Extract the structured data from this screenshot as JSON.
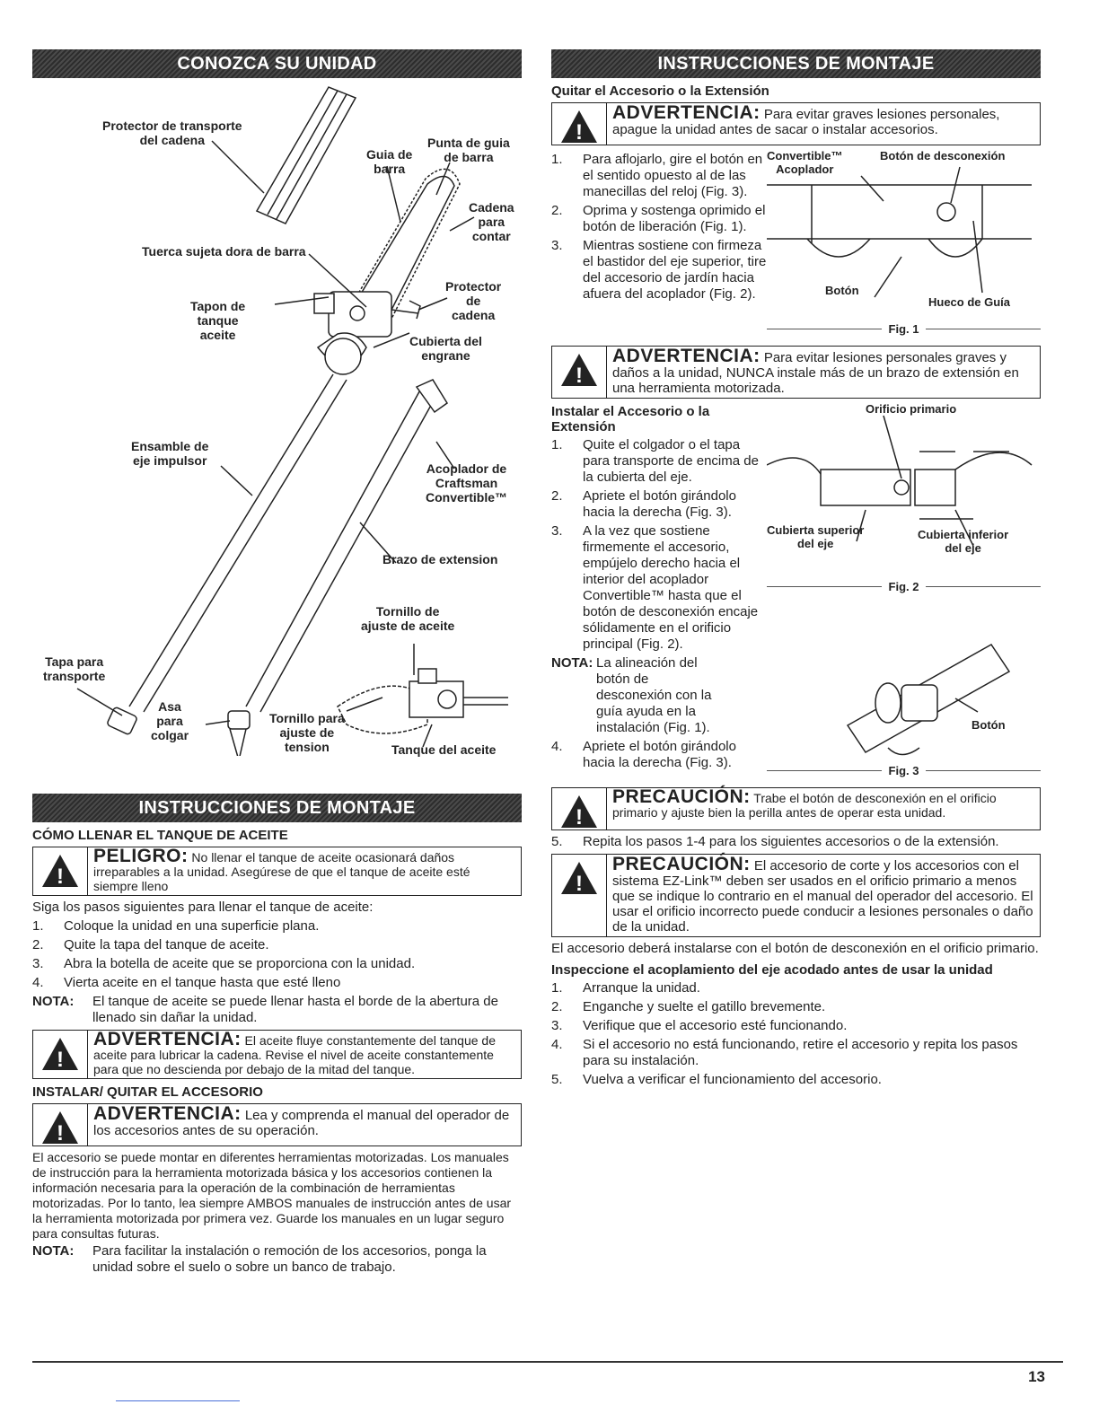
{
  "left": {
    "banner_top": "CONOZCA SU UNIDAD",
    "diagram": {
      "protector_transporte": "Protector de transporte\ndel cadena",
      "guia_barra": "Guia de\nbarra",
      "punta_guia": "Punta de guia\nde barra",
      "cadena": "Cadena\npara\ncontar",
      "tuerca": "Tuerca sujeta dora de barra",
      "tapon": "Tapon de\ntanque\naceite",
      "protector_cadena": "Protector\nde\ncadena",
      "cubierta_engrane": "Cubierta del\nengrane",
      "ensamble": "Ensamble de\neje impulsor",
      "acoplador": "Acoplador de\nCraftsman\nConvertible™",
      "brazo": "Brazo de extension",
      "tornillo_aceite": "Tornillo de\najuste de aceite",
      "tapa_transporte": "Tapa para\ntransporte",
      "asa": "Asa\npara\ncolgar",
      "tornillo_tension": "Tornillo para\najuste de\ntension",
      "tanque_aceite": "Tanque del aceite"
    },
    "banner_bottom": "INSTRUCCIONES DE MONTAJE",
    "heading_tanque": "CÓMO LLENAR EL TANQUE DE ACEITE",
    "peligro": {
      "kw": "PELIGRO:",
      "text": " No llenar el tanque de aceite ocasionará daños irreparables a la unidad. Asegúrese de que el tanque de aceite esté siempre lleno"
    },
    "intro": "Siga los pasos siguientes para llenar el tanque de aceite:",
    "steps": [
      {
        "n": "1.",
        "t": "Coloque la unidad en una superficie plana."
      },
      {
        "n": "2.",
        "t": "Quite la tapa del tanque de aceite."
      },
      {
        "n": "3.",
        "t": "Abra la botella de aceite que se proporciona con la unidad."
      },
      {
        "n": "4.",
        "t": "Vierta aceite en el tanque hasta que esté lleno"
      }
    ],
    "nota1_label": "NOTA:",
    "nota1": "El tanque de aceite se puede llenar hasta el borde de la abertura de llenado sin dañar la unidad.",
    "adv1": {
      "kw": "ADVERTENCIA:",
      "text": " El aceite fluye constantemente del tanque de aceite para lubricar la cadena. Revise el nivel de aceite constantemente para que no descienda por debajo de la mitad del tanque."
    },
    "heading_accesorio": "INSTALAR/ QUITAR EL ACCESORIO",
    "adv2": {
      "kw": "ADVERTENCIA:",
      "text": " Lea y comprenda el manual del operador de los accesorios antes de su operación."
    },
    "para": "El accesorio se puede montar en diferentes herramientas motorizadas. Los manuales de instrucción para la herramienta motorizada básica y los accesorios contienen la información necesaria para la operación de la combinación de herramientas motorizadas. Por lo tanto, lea siempre AMBOS manuales de instrucción antes de usar la herramienta motorizada por primera vez. Guarde los manuales en un lugar seguro para consultas futuras.",
    "nota2_label": "NOTA:",
    "nota2": "Para facilitar la instalación o remoción de los accesorios, ponga la unidad sobre el suelo o sobre un banco de trabajo."
  },
  "right": {
    "banner": "INSTRUCCIONES DE MONTAJE",
    "heading_quitar": "Quitar el Accesorio o la Extensión",
    "adv1": {
      "kw": "ADVERTENCIA:",
      "text": " Para evitar graves lesiones personales, apague la unidad antes de sacar o instalar accesorios."
    },
    "quitar_steps": [
      {
        "n": "1.",
        "t": "Para aflojarlo, gire el botón en el sentido opuesto al de las manecillas del reloj (Fig. 3)."
      },
      {
        "n": "2.",
        "t": "Oprima y sostenga oprimido el botón de liberación (Fig. 1)."
      },
      {
        "n": "3.",
        "t": "Mientras sostiene con firmeza el bastidor del eje superior, tire del accesorio de jardín hacia afuera del acoplador (Fig. 2)."
      }
    ],
    "fig1": {
      "convertible": "Convertible™\nAcoplador",
      "boton_desconexion": "Botón de desconexión",
      "boton": "Botón",
      "hueco": "Hueco de Guía",
      "caption": "Fig. 1"
    },
    "adv2": {
      "kw": "ADVERTENCIA:",
      "text": " Para evitar lesiones personales graves y daños a la unidad, NUNCA instale más de un brazo de extensión en una herramienta motorizada."
    },
    "heading_instalar": "Instalar el Accesorio o la Extensión",
    "instalar_steps": [
      {
        "n": "1.",
        "t": "Quite el colgador o el tapa para transporte de encima de la cubierta del eje."
      },
      {
        "n": "2.",
        "t": "Apriete el botón girándolo hacia la derecha (Fig. 3)."
      },
      {
        "n": "3.",
        "t": "A la vez que sostiene firmemente el accesorio, empújelo derecho hacia el interior del acoplador Convertible™ hasta que el botón de desconexión encaje sólidamente en el orificio principal (Fig. 2)."
      }
    ],
    "nota_label": "NOTA:",
    "nota": "La alineación del botón de desconexión con la guía ayuda en la instalación (Fig. 1).",
    "step4": {
      "n": "4.",
      "t": "Apriete el botón girándolo hacia la derecha (Fig. 3)."
    },
    "fig2": {
      "orificio": "Orificio primario",
      "cubierta_superior": "Cubierta superior\ndel eje",
      "cubierta_inferior": "Cubierta inferior\ndel eje",
      "caption": "Fig. 2"
    },
    "fig3": {
      "boton": "Botón",
      "caption": "Fig. 3"
    },
    "prec1": {
      "kw": "PRECAUCIÓN:",
      "text": " Trabe el botón de desconexión en el orificio primario y ajuste bien la perilla antes de operar esta unidad."
    },
    "step5": {
      "n": "5.",
      "t": "Repita los pasos 1-4 para los siguientes accesorios o de la extensión."
    },
    "prec2": {
      "kw": "PRECAUCIÓN:",
      "text": " El accesorio de corte y los accesorios con el sistema EZ-Link™ deben ser usados en el orificio primario a menos que se indique lo contrario en el manual del operador del accesorio. El usar el orificio incorrecto puede conducir a lesiones personales o daño de la unidad."
    },
    "para": "El accesorio deberá instalarse con el botón de desconexión en el orificio primario.",
    "heading_inspeccione": "Inspeccione el acoplamiento del eje acodado antes de usar la unidad",
    "inspect_steps": [
      {
        "n": "1.",
        "t": "Arranque la unidad."
      },
      {
        "n": "2.",
        "t": "Enganche y suelte el gatillo brevemente."
      },
      {
        "n": "3.",
        "t": "Verifique que el accesorio esté funcionando."
      },
      {
        "n": "4.",
        "t": "Si el accesorio no está funcionando, retire el accesorio y repita los pasos para su instalación."
      },
      {
        "n": "5.",
        "t": "Vuelva a verificar el funcionamiento del accesorio."
      }
    ]
  },
  "page_number": "13"
}
